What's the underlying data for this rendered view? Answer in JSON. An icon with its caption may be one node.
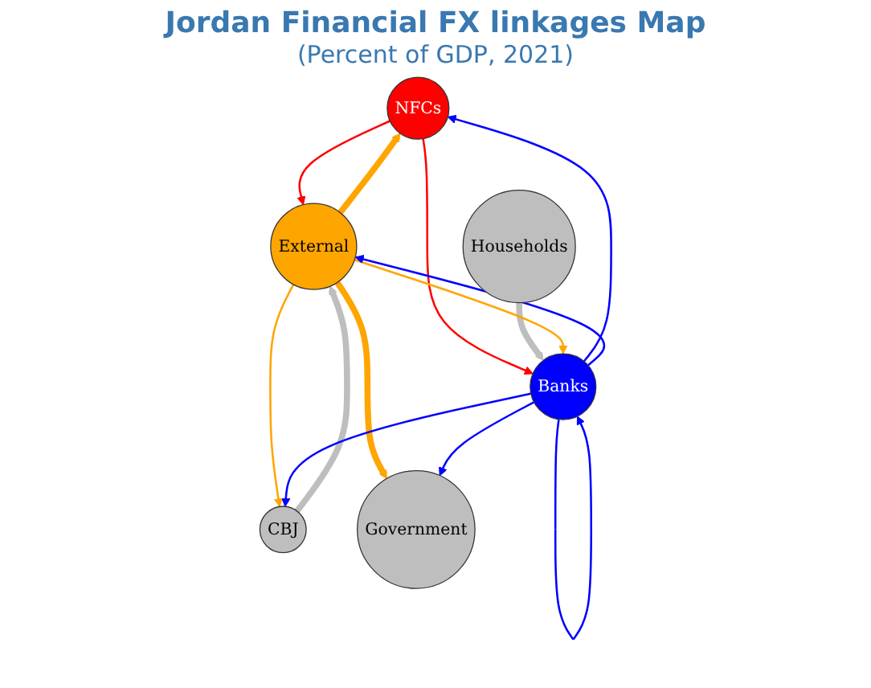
{
  "diagram": {
    "title": "Jordan Financial FX linkages Map",
    "caption": "(Percent of GDP, 2021)",
    "nodes": [
      {
        "text": [
          "NFCs"
        ]
      },
      {
        "text": [
          "Households"
        ]
      },
      {
        "text": [
          "External"
        ]
      },
      {
        "text": [
          "Banks"
        ]
      },
      {
        "text": [
          "CBJ"
        ]
      },
      {
        "text": [
          "Government"
        ]
      }
    ],
    "edges": [
      {
        "from": 2,
        "to": 0,
        "arrow": "to",
        "style": "thick",
        "color": "#ffa500"
      },
      {
        "from": 0,
        "to": 2,
        "arrow": "to",
        "color": "#ff0000"
      },
      {
        "from": 0,
        "to": 3,
        "arrow": "to",
        "color": "#ff0000"
      },
      {
        "from": 3,
        "to": 0,
        "arrow": "to",
        "color": "#0000ff"
      },
      {
        "from": 1,
        "to": 3,
        "arrow": "to",
        "style": "thick",
        "color": "#bebebe"
      },
      {
        "from": 2,
        "to": 3,
        "arrow": "to",
        "color": "#ffa500"
      },
      {
        "from": 3,
        "to": 2,
        "arrow": "to",
        "color": "#0000ff"
      },
      {
        "from": 2,
        "to": 5,
        "arrow": "to",
        "style": "thick",
        "color": "#ffa500"
      },
      {
        "from": 4,
        "to": 2,
        "arrow": "to",
        "style": "thick",
        "color": "#bebebe"
      },
      {
        "from": 2,
        "to": 4,
        "arrow": "to",
        "color": "#ffa500"
      },
      {
        "from": 3,
        "to": 4,
        "arrow": "to",
        "color": "#0000ff"
      },
      {
        "from": 3,
        "to": 5,
        "arrow": "to",
        "color": "#0000ff"
      },
      {
        "from": 3,
        "to": 3,
        "arrow": "to",
        "color": "#0000ff"
      }
    ]
  }
}
